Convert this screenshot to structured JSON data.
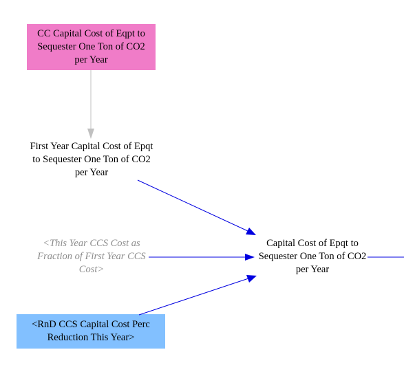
{
  "diagram": {
    "nodes": {
      "cc_capital_cost": {
        "label": "CC Capital Cost of Eqpt to Sequester One Ton of CO2 per Year",
        "fill": "#f07cc8",
        "shape": "box"
      },
      "first_year_cost": {
        "label": "First Year Capital Cost of Epqt to Sequester One Ton of CO2 per Year",
        "shape": "text"
      },
      "this_year_ccs_fraction": {
        "label": "<This Year CCS Cost as Fraction of First Year CCS Cost>",
        "shape": "shadow-text",
        "color": "#8c8c8c"
      },
      "capital_cost_output": {
        "label": "Capital Cost of Epqt to Sequester One Ton of CO2 per Year",
        "shape": "text"
      },
      "rnd_ccs_reduction": {
        "label": "<RnD CCS Capital Cost Perc Reduction This Year>",
        "fill": "#82c0ff",
        "shape": "box"
      }
    },
    "links": [
      {
        "from": "cc_capital_cost",
        "to": "first_year_cost",
        "color": "#c0c0c0"
      },
      {
        "from": "first_year_cost",
        "to": "capital_cost_output",
        "color": "#0000e0"
      },
      {
        "from": "this_year_ccs_fraction",
        "to": "capital_cost_output",
        "color": "#0000e0"
      },
      {
        "from": "rnd_ccs_reduction",
        "to": "capital_cost_output",
        "color": "#0000e0"
      },
      {
        "from": "capital_cost_output",
        "to": "offscreen-right",
        "color": "#0000e0"
      }
    ]
  }
}
